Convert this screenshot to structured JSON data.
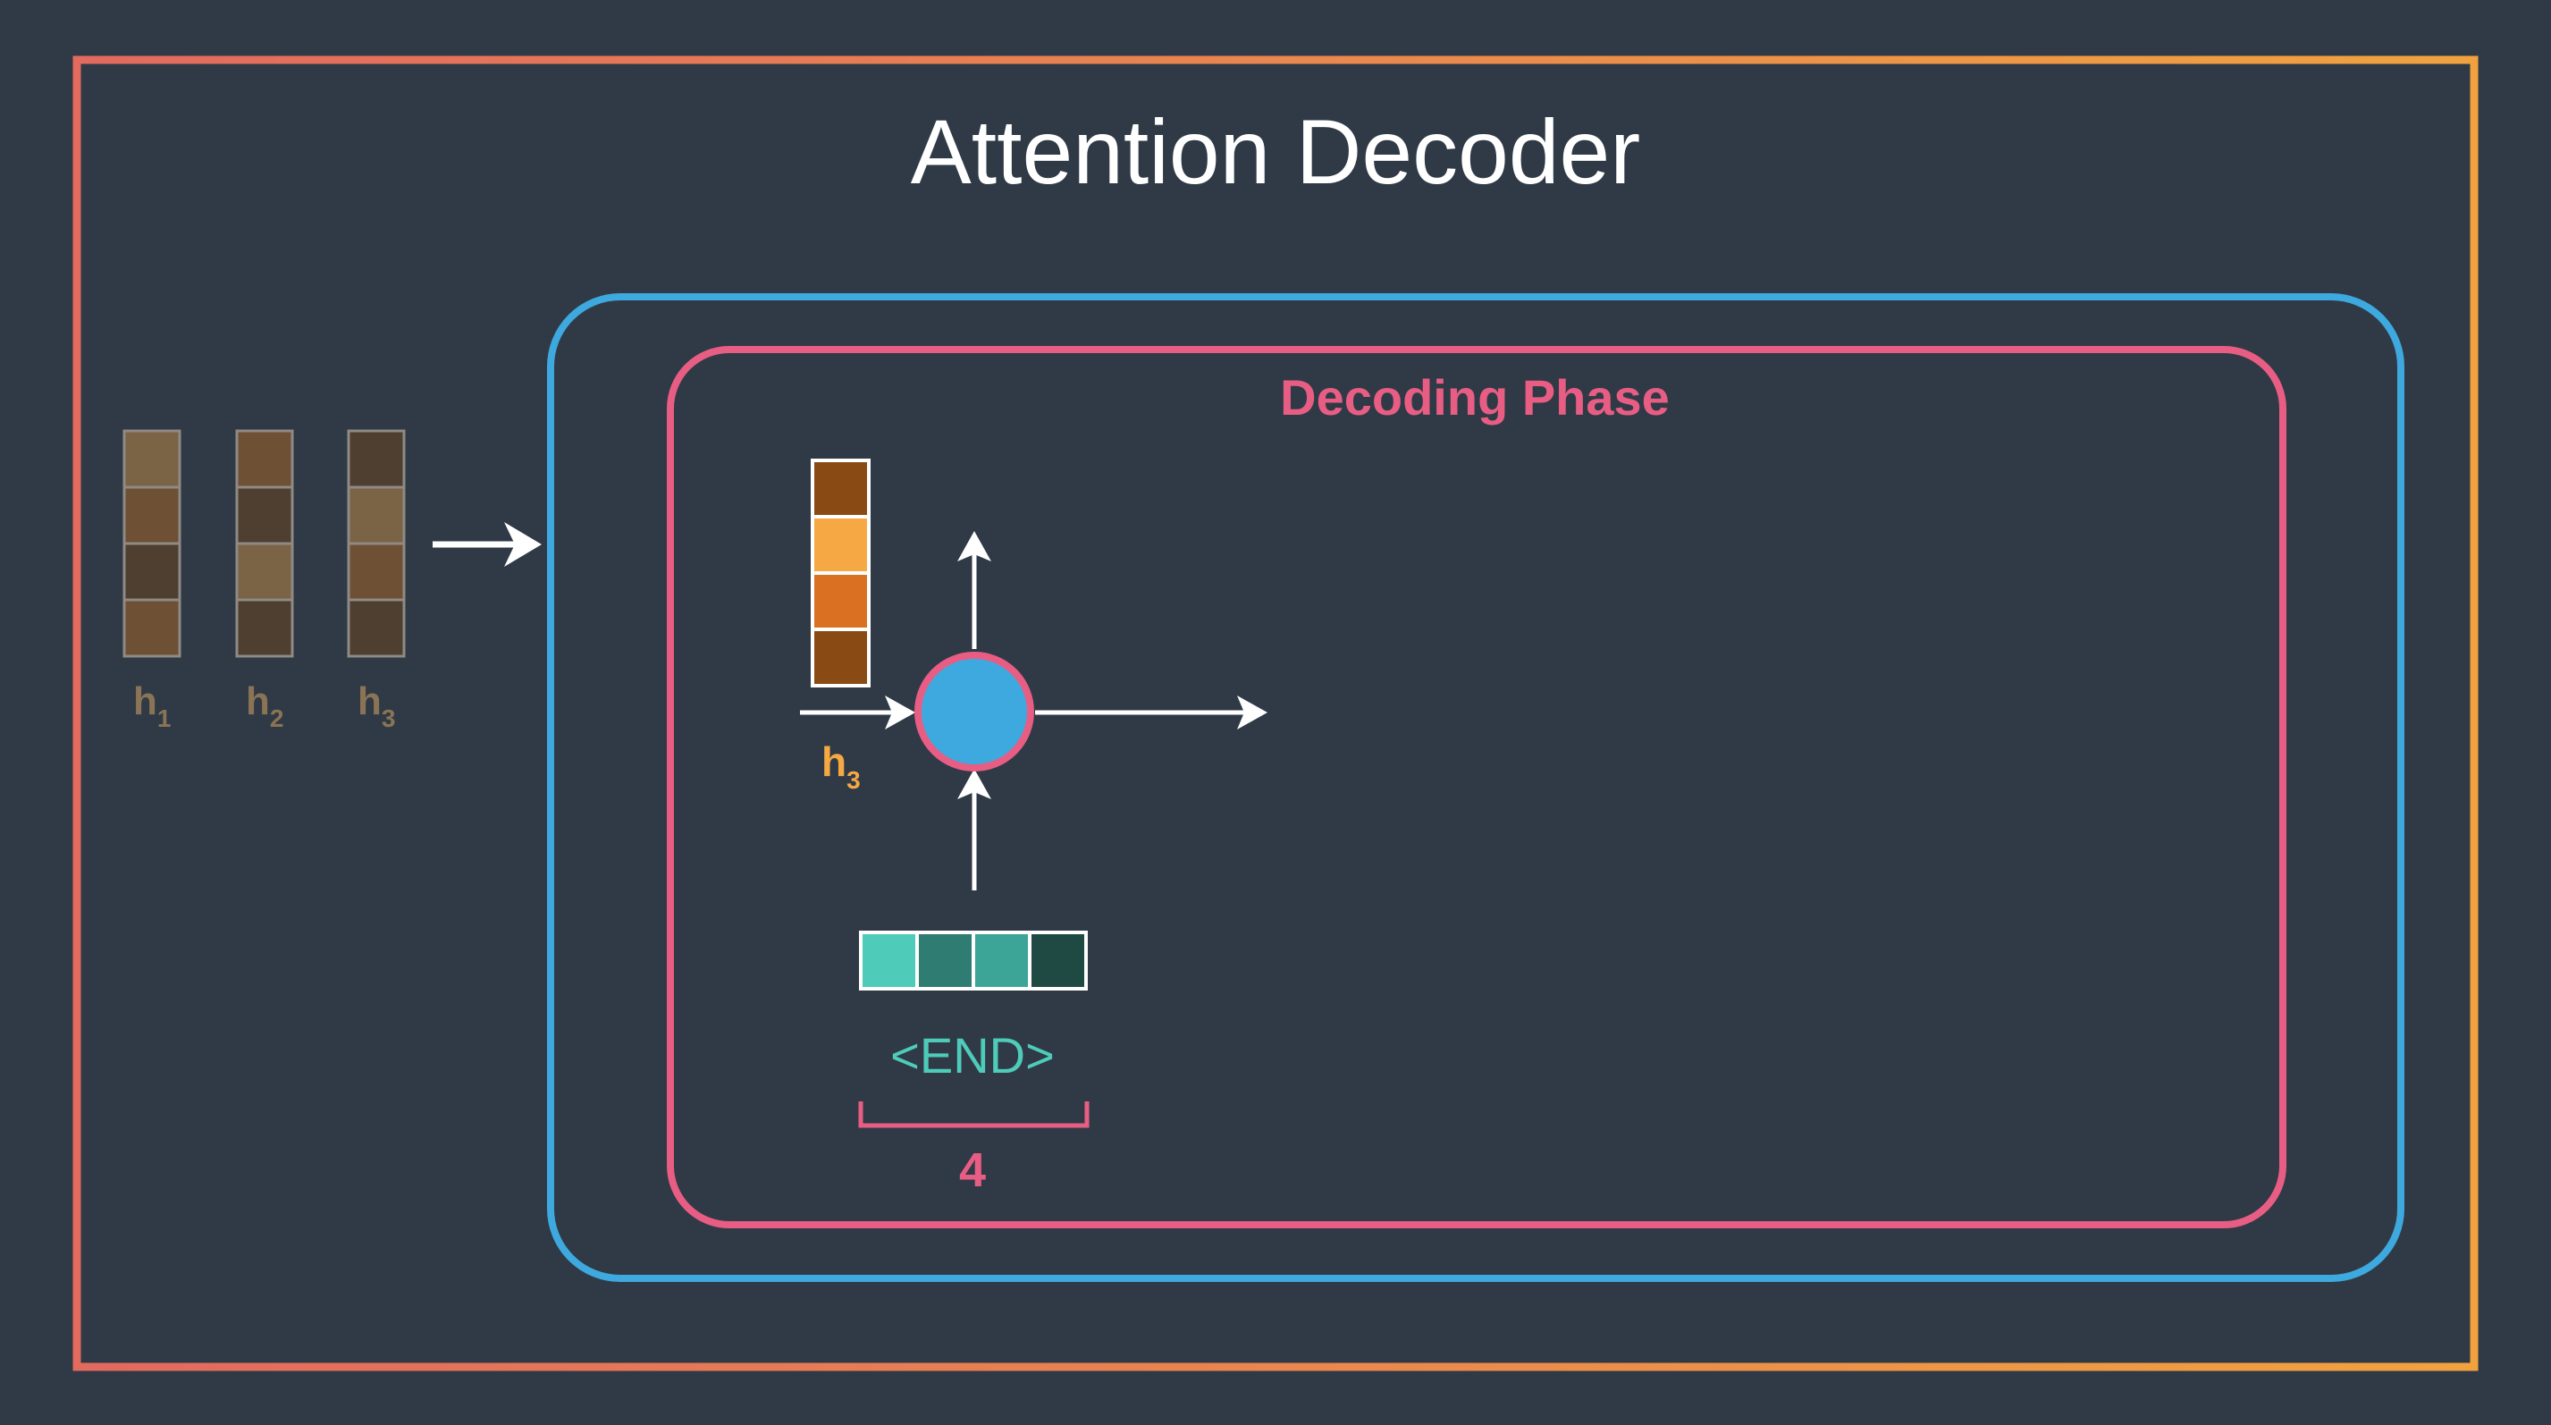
{
  "title": "Attention Decoder",
  "phase_label": "Decoding Phase",
  "encoder_states": [
    {
      "main": "h",
      "sub": "1",
      "cell_colors": [
        "#7b6345",
        "#6e5035",
        "#4e3f30",
        "#6e5035"
      ]
    },
    {
      "main": "h",
      "sub": "2",
      "cell_colors": [
        "#6e5035",
        "#4e3f30",
        "#7b6345",
        "#4e3f30"
      ]
    },
    {
      "main": "h",
      "sub": "3",
      "cell_colors": [
        "#4e3f30",
        "#7b6345",
        "#6e5035",
        "#4e3f30"
      ]
    }
  ],
  "context_vector": {
    "main": "h",
    "sub": "3",
    "cell_colors": [
      "#8a4a14",
      "#f5a843",
      "#d97022",
      "#8a4a14"
    ]
  },
  "input_token": {
    "label": "<END>",
    "cell_colors": [
      "#4ecbb9",
      "#2f7c72",
      "#3da598",
      "#1f4a43"
    ]
  },
  "timestep": "4",
  "colors": {
    "background": "#2f3a46",
    "outer_frame_left": "#e26a5f",
    "outer_frame_right": "#f1a23f",
    "decoder_box": "#3ea9de",
    "phase_box": "#e85d83",
    "rnn_cell_fill": "#3ea9de",
    "rnn_cell_stroke": "#e85d83",
    "arrow": "#ffffff",
    "encoder_label": "#8a7455",
    "context_label": "#f5a843",
    "token_label": "#4ecbb9",
    "timestep_label": "#e85d83"
  },
  "icons": [
    "right-arrow-icon",
    "up-arrow-icon"
  ]
}
